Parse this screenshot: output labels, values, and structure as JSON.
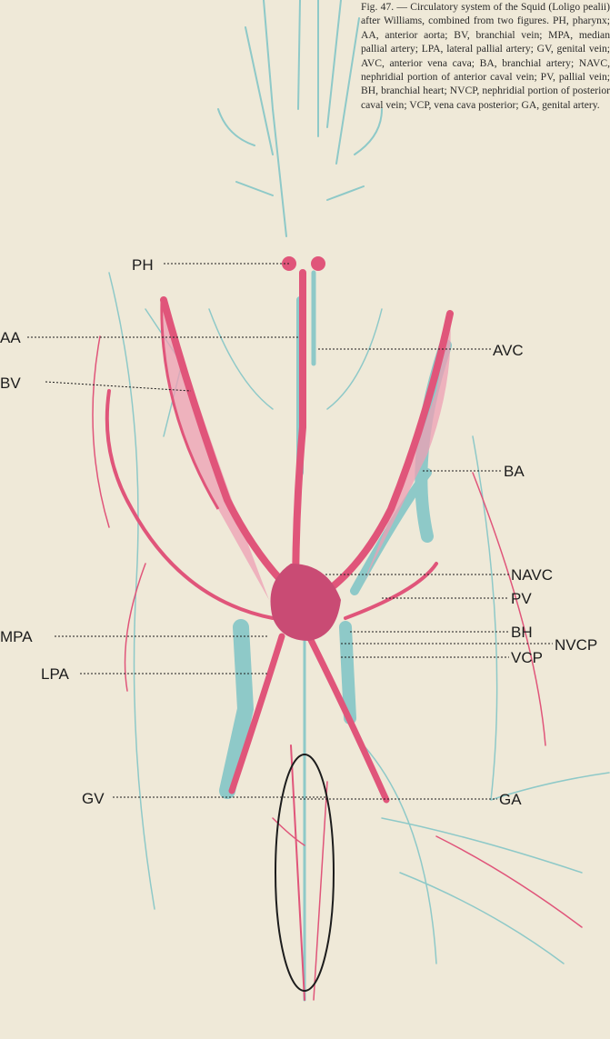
{
  "caption": "Fig. 47. — Circulatory system of the Squid (Loligo pealii) after Williams, combined from two figures. PH, pharynx; AA, anterior aorta; BV, branchial vein; MPA, median pallial artery; LPA, lateral pallial artery; GV, genital vein; AVC, anterior vena cava; BA, branchial artery; NAVC, nephridial portion of anterior caval vein; PV, pallial vein; BH, branchial heart; NVCP, nephridial portion of posterior caval vein; VCP, vena cava posterior; GA, genital artery.",
  "labels": {
    "PH": "PH",
    "AA": "AA",
    "BV": "BV",
    "MPA": "MPA",
    "LPA": "LPA",
    "GV": "GV",
    "AVC": "AVC",
    "BA": "BA",
    "NAVC": "NAVC",
    "PV": "PV",
    "BH": "BH",
    "NVCP": "NVCP",
    "VCP": "VCP",
    "GA": "GA"
  },
  "colors": {
    "arteries": "#e0557a",
    "veins": "#8ec9c8",
    "background": "#efe9d8",
    "outline": "#1c1c1c"
  }
}
